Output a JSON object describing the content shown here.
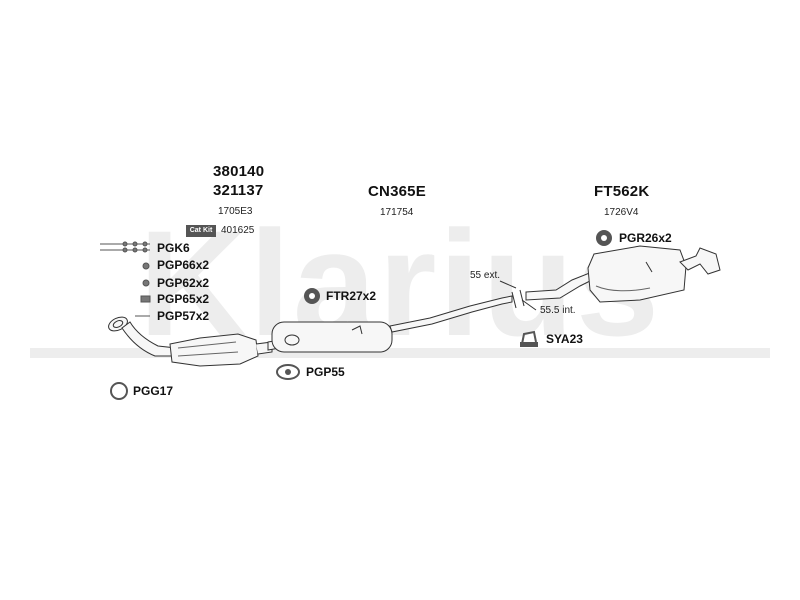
{
  "watermark": {
    "text": "Klarius",
    "color": "#ededed"
  },
  "sections": {
    "front": {
      "codes": [
        "380140",
        "321137"
      ],
      "ref": "1705E3",
      "catkit_label": "Cat Kit",
      "catkit_ref": "401625"
    },
    "middle": {
      "code": "CN365E",
      "ref": "171754"
    },
    "rear": {
      "code": "FT562K",
      "ref": "1726V4"
    }
  },
  "fittings": {
    "pgk6": "PGK6",
    "pgp66": "PGP66x2",
    "pgp62": "PGP62x2",
    "pgp65": "PGP65x2",
    "pgp57": "PGP57x2",
    "pgg17": "PGG17",
    "ftr27": "FTR27x2",
    "pgp55": "PGP55",
    "pgr26": "PGR26x2",
    "sya23": "SYA23"
  },
  "joint": {
    "ext": "55 ext.",
    "int": "55.5 int."
  },
  "colors": {
    "line": "#333333",
    "fill": "#f5f5f5",
    "dark": "#555555"
  }
}
